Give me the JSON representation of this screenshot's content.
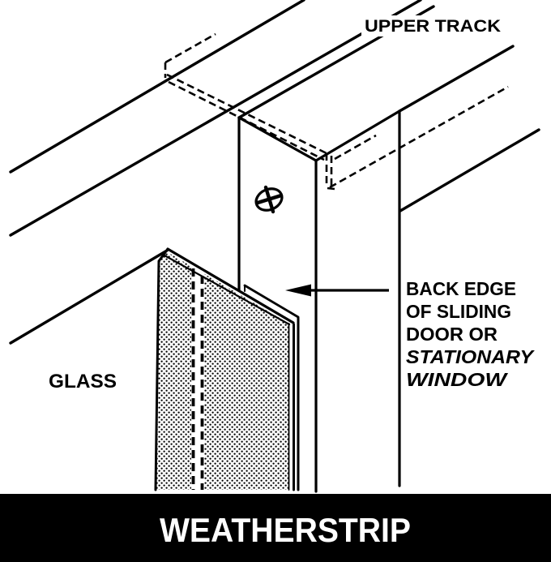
{
  "colors": {
    "ink": "#000000",
    "paper": "#ffffff",
    "banner_bg": "#000000",
    "banner_text": "#ffffff"
  },
  "diagram": {
    "labels": {
      "upper_track": "UPPER TRACK",
      "glass": "GLASS",
      "back_edge": {
        "line1": "BACK EDGE",
        "line2": "OF SLIDING",
        "line3": "DOOR OR",
        "line4": "STATIONARY",
        "line5": "WINDOW"
      }
    },
    "caption": "WEATHERSTRIP"
  }
}
